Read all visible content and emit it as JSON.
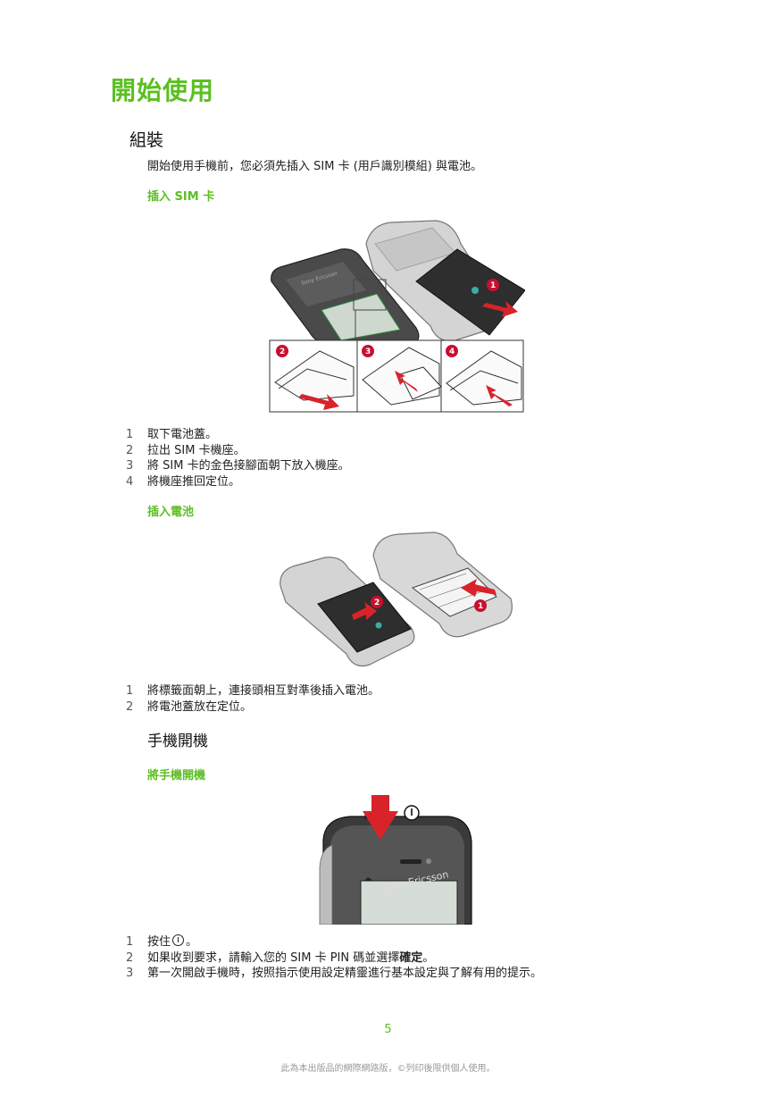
{
  "title": "開始使用",
  "section1": {
    "heading": "組裝",
    "intro": "開始使用手機前，您必須先插入 SIM 卡 (用戶識別模組) 與電池。",
    "sim": {
      "subheading": "插入 SIM 卡",
      "callouts": [
        "1",
        "2",
        "3",
        "4"
      ],
      "brand_text": "Sony Ericsson",
      "steps": [
        {
          "n": "1",
          "text": "取下電池蓋。"
        },
        {
          "n": "2",
          "text": "拉出 SIM 卡機座。"
        },
        {
          "n": "3",
          "text": "將 SIM 卡的金色接腳面朝下放入機座。"
        },
        {
          "n": "4",
          "text": "將機座推回定位。"
        }
      ]
    },
    "battery": {
      "subheading": "插入電池",
      "callouts": [
        "1",
        "2"
      ],
      "steps": [
        {
          "n": "1",
          "text": "將標籤面朝上，連接頭相互對準後插入電池。"
        },
        {
          "n": "2",
          "text": "將電池蓋放在定位。"
        }
      ]
    }
  },
  "section2": {
    "heading": "手機開機",
    "subheading": "將手機開機",
    "brand_text": "Sony Ericsson",
    "steps": [
      {
        "n": "1",
        "pre": "按住",
        "icon": "power-icon",
        "post": "。"
      },
      {
        "n": "2",
        "pre": "如果收到要求，請輸入您的 SIM 卡 PIN 碼並選擇",
        "bold": "確定",
        "post": "。"
      },
      {
        "n": "3",
        "text": "第一次開啟手機時，按照指示使用設定精靈進行基本設定與了解有用的提示。"
      }
    ]
  },
  "page_number": "5",
  "footer": "此為本出版品的網際網路版，©列印後限供個人使用。",
  "colors": {
    "accent": "#5bbf21",
    "callout": "#c8102e",
    "arrow": "#d8232a"
  }
}
